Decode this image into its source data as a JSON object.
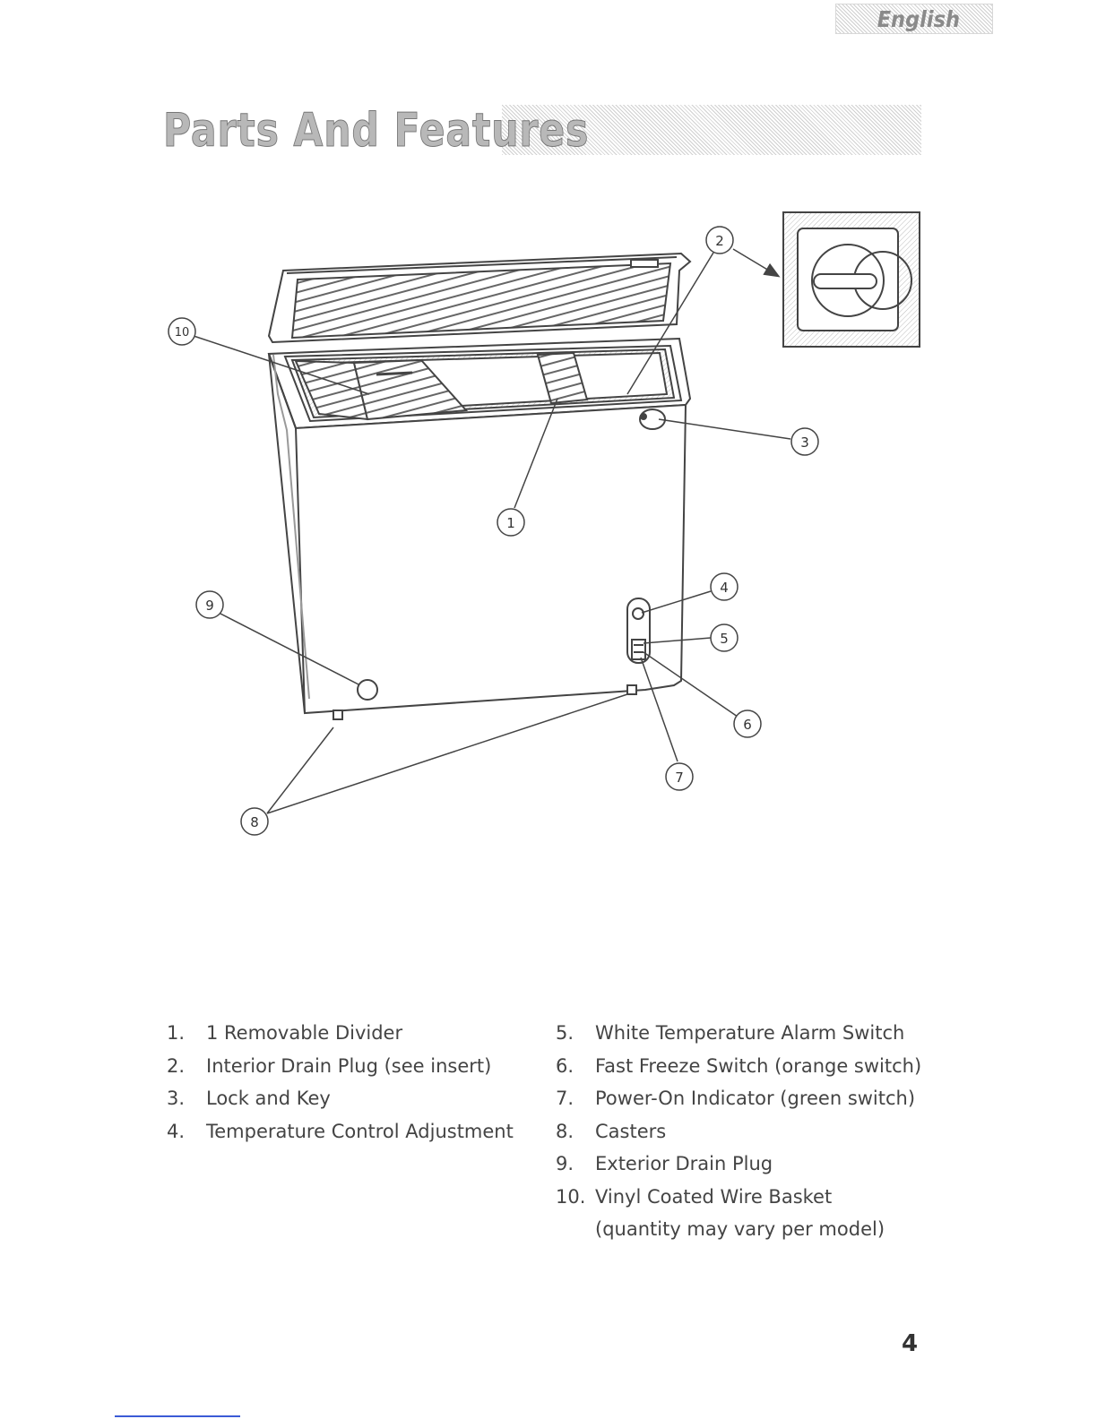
{
  "header": {
    "language_tab": "English"
  },
  "title": "Parts And Features",
  "callouts": [
    "1",
    "2",
    "3",
    "4",
    "5",
    "6",
    "7",
    "8",
    "9",
    "10"
  ],
  "parts_left": [
    {
      "num": "1.",
      "label": "1 Removable Divider"
    },
    {
      "num": "2.",
      "label": "Interior Drain Plug (see insert)"
    },
    {
      "num": "3.",
      "label": "Lock and Key"
    },
    {
      "num": "4.",
      "label": "Temperature Control Adjustment"
    }
  ],
  "parts_right": [
    {
      "num": "5.",
      "label": "White Temperature Alarm Switch"
    },
    {
      "num": "6.",
      "label": "Fast Freeze Switch (orange switch)"
    },
    {
      "num": "7.",
      "label": "Power-On Indicator (green switch)"
    },
    {
      "num": "8.",
      "label": "Casters"
    },
    {
      "num": "9.",
      "label": "Exterior Drain Plug"
    },
    {
      "num": "10.",
      "label": "Vinyl Coated Wire Basket",
      "sublabel": "(quantity may vary per model)"
    }
  ],
  "page_number": "4"
}
